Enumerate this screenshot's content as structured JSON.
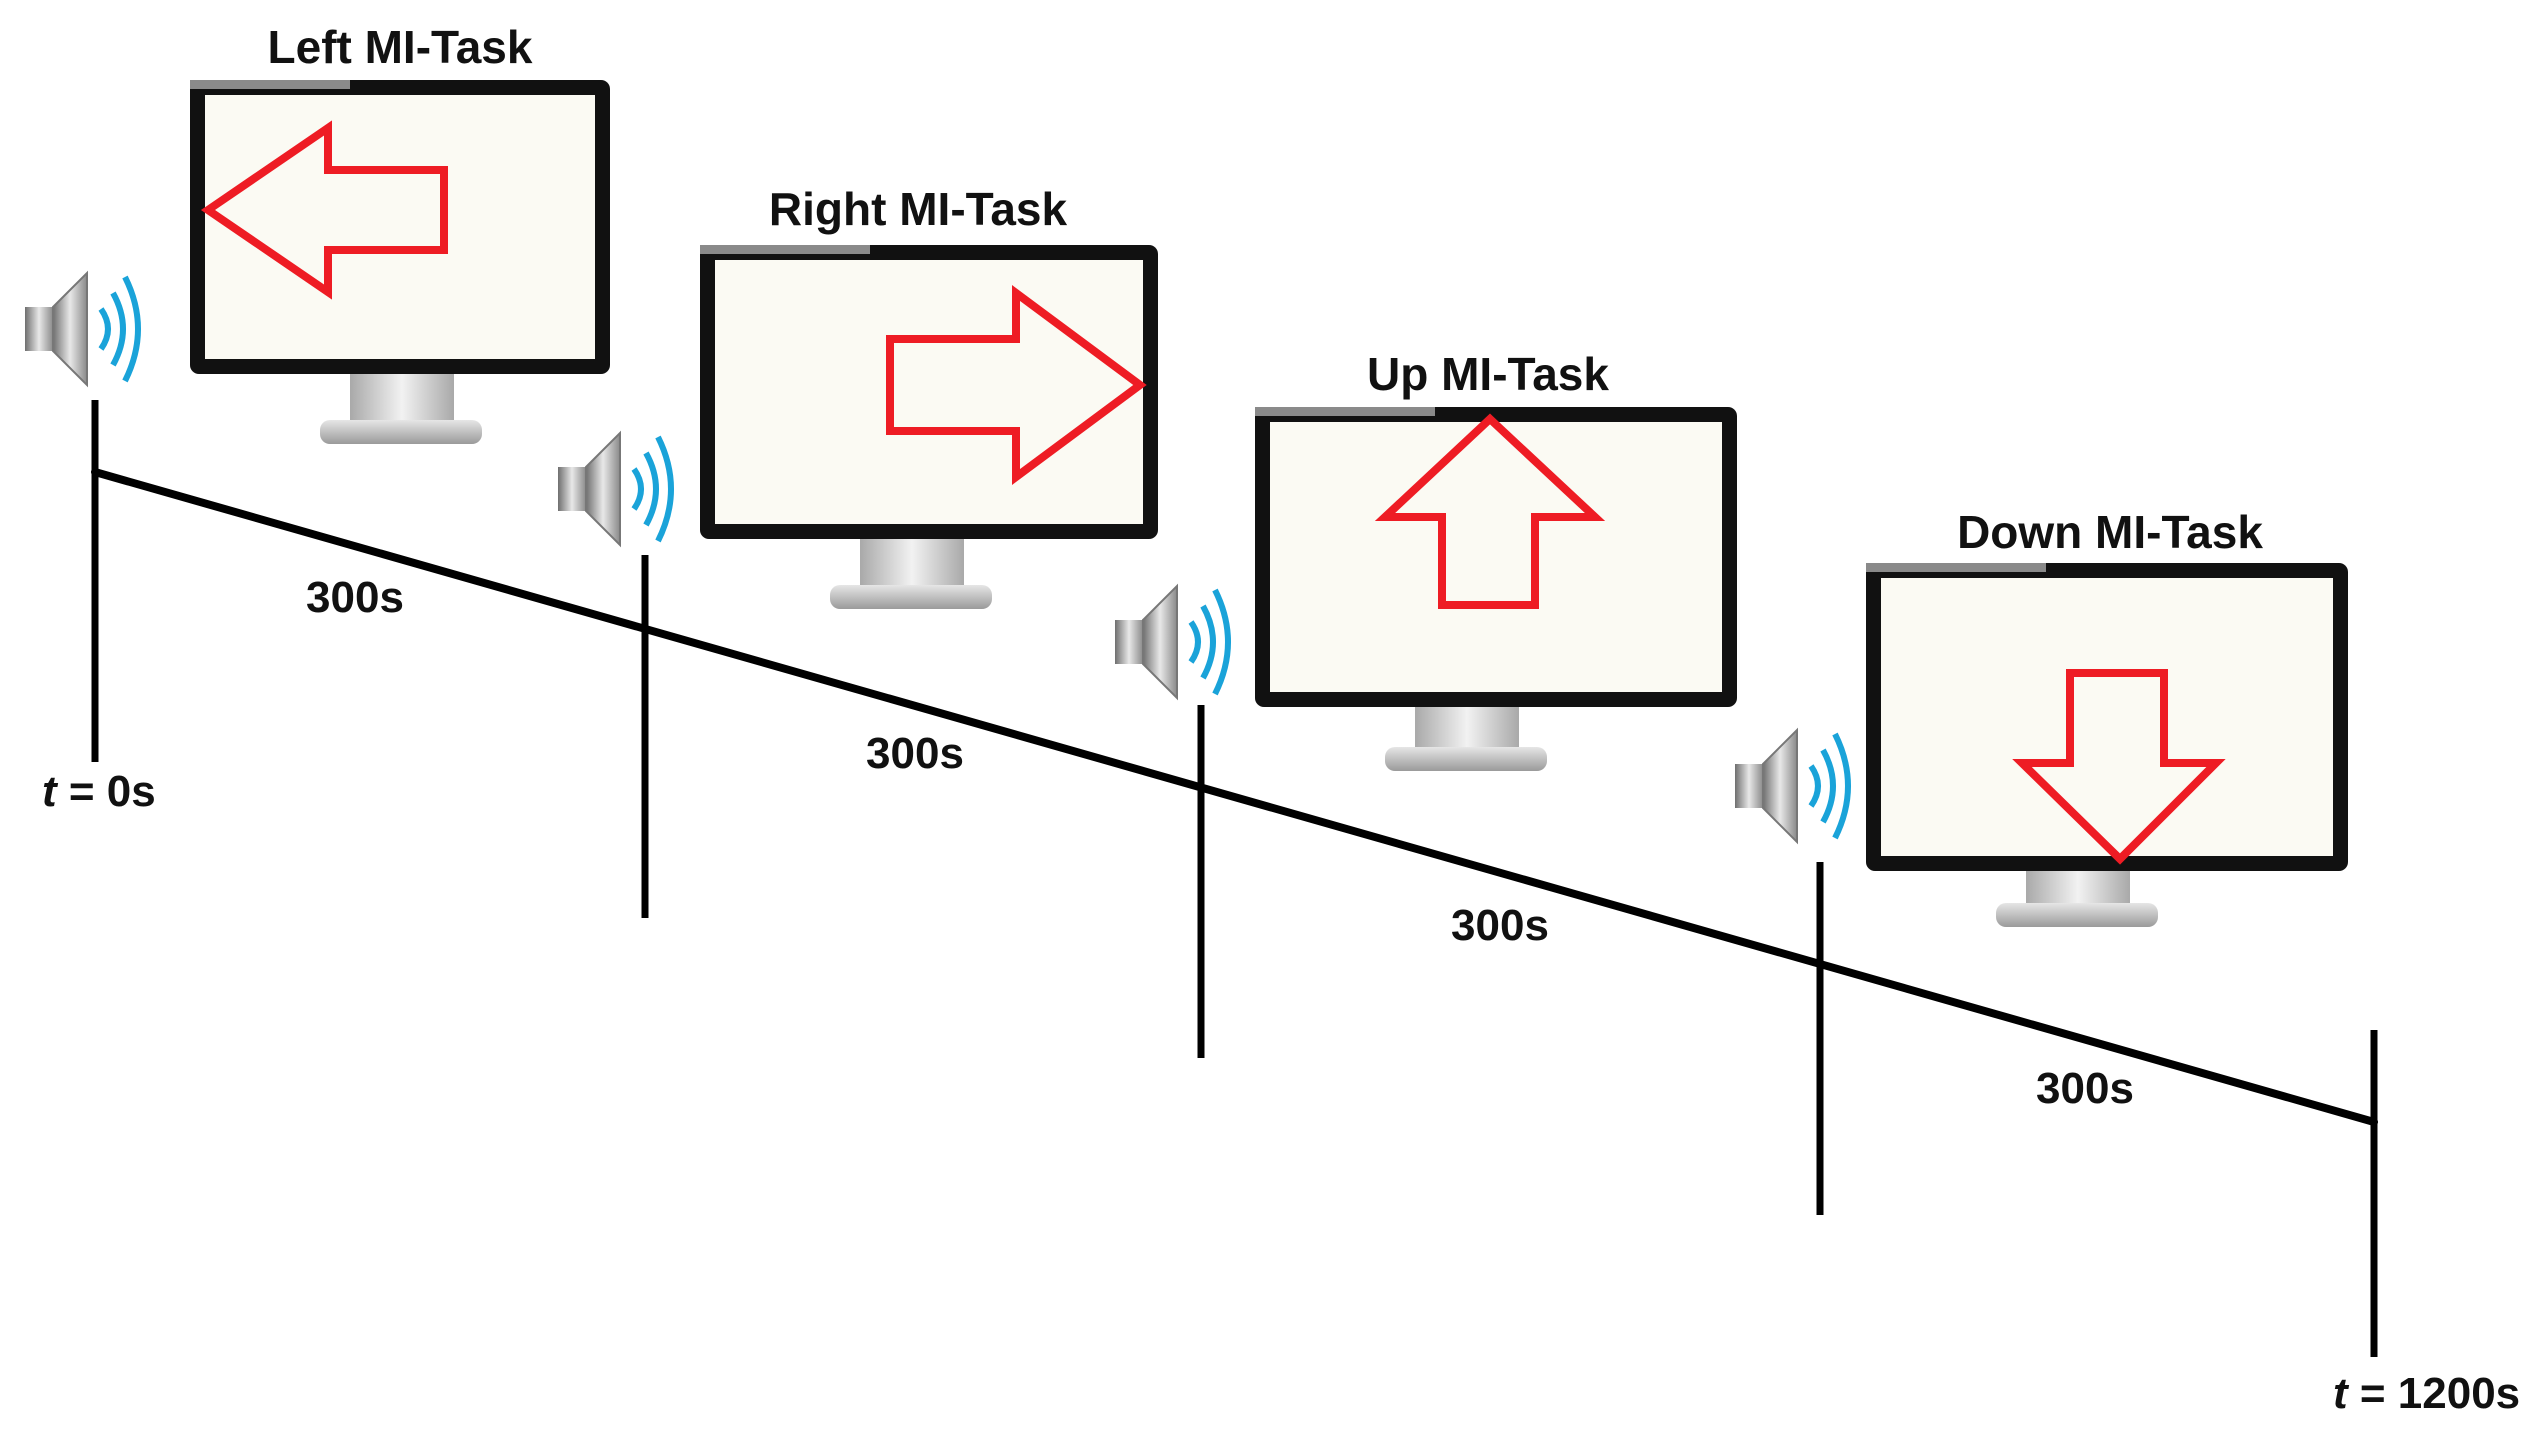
{
  "tasks": [
    {
      "title": "Left MI-Task",
      "arrow": "left"
    },
    {
      "title": "Right MI-Task",
      "arrow": "right"
    },
    {
      "title": "Up MI-Task",
      "arrow": "up"
    },
    {
      "title": "Down MI-Task",
      "arrow": "down"
    }
  ],
  "durations": [
    "300s",
    "300s",
    "300s",
    "300s"
  ],
  "time_start": {
    "var": "t",
    "rest": " = 0s"
  },
  "time_end": {
    "var": "t",
    "rest": " = 1200s"
  },
  "colors": {
    "arrow": "#ee1c24",
    "screen": "#fbfaf3",
    "bezel": "#111111",
    "sound_wave": "#1aa3d9",
    "line": "#000000"
  }
}
